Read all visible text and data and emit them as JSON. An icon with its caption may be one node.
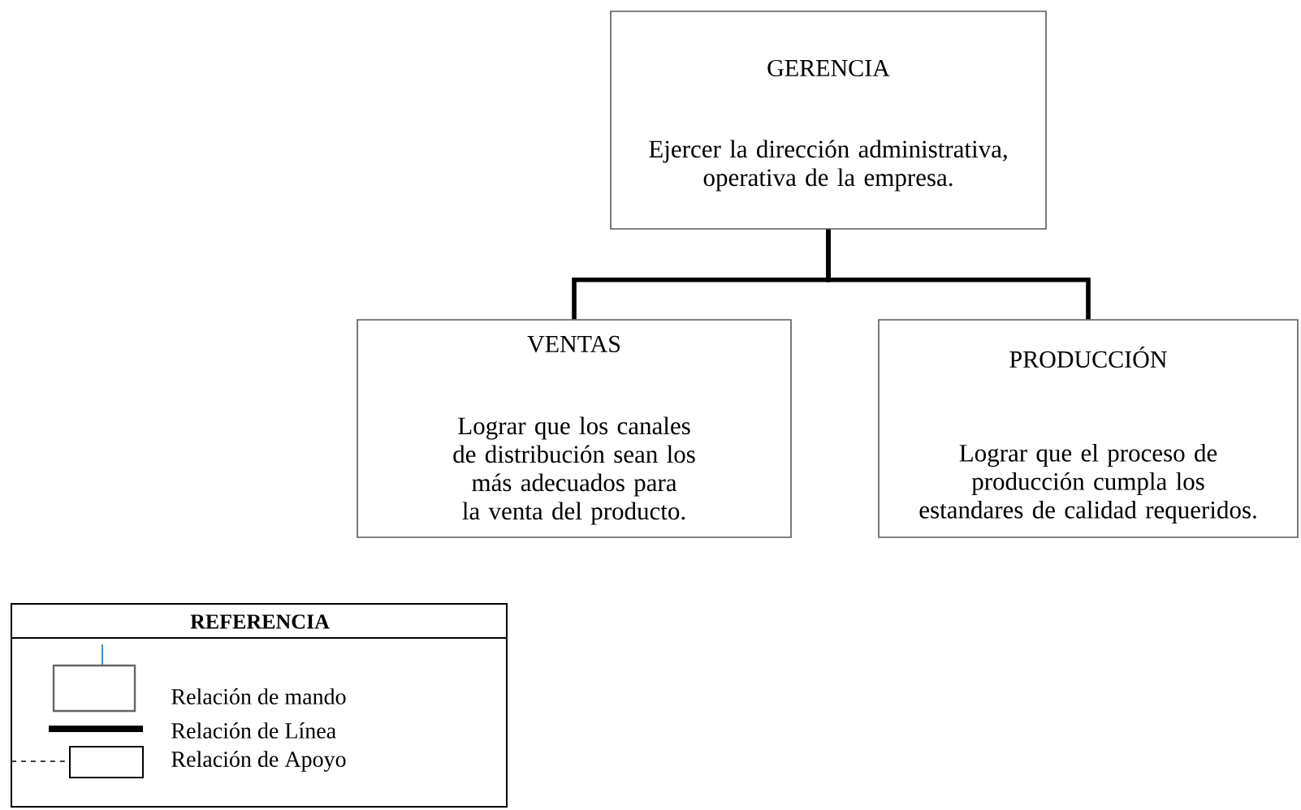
{
  "diagram": {
    "nodes": [
      {
        "text": [
          "GERENCIA",
          "Ejercer la dirección administrativa, operativa de la empresa."
        ]
      },
      {
        "text": [
          "VENTAS",
          "Lograr que los canales de distribución sean los más adecuados para la venta del producto."
        ]
      },
      {
        "text": [
          "PRODUCCIÓN",
          "Lograr que el proceso de producción cumpla los estandares de calidad requeridos."
        ]
      }
    ],
    "edges": [
      {
        "from": 0,
        "to": 1,
        "arrow": "none"
      },
      {
        "from": 0,
        "to": 2,
        "arrow": "none"
      }
    ],
    "labels": [
      "REFERENCIA"
    ],
    "legend": [
      {
        "text": "Relación de mando"
      },
      {
        "text": "Relación de Línea"
      },
      {
        "text": "Relación de Apoyo"
      }
    ]
  }
}
